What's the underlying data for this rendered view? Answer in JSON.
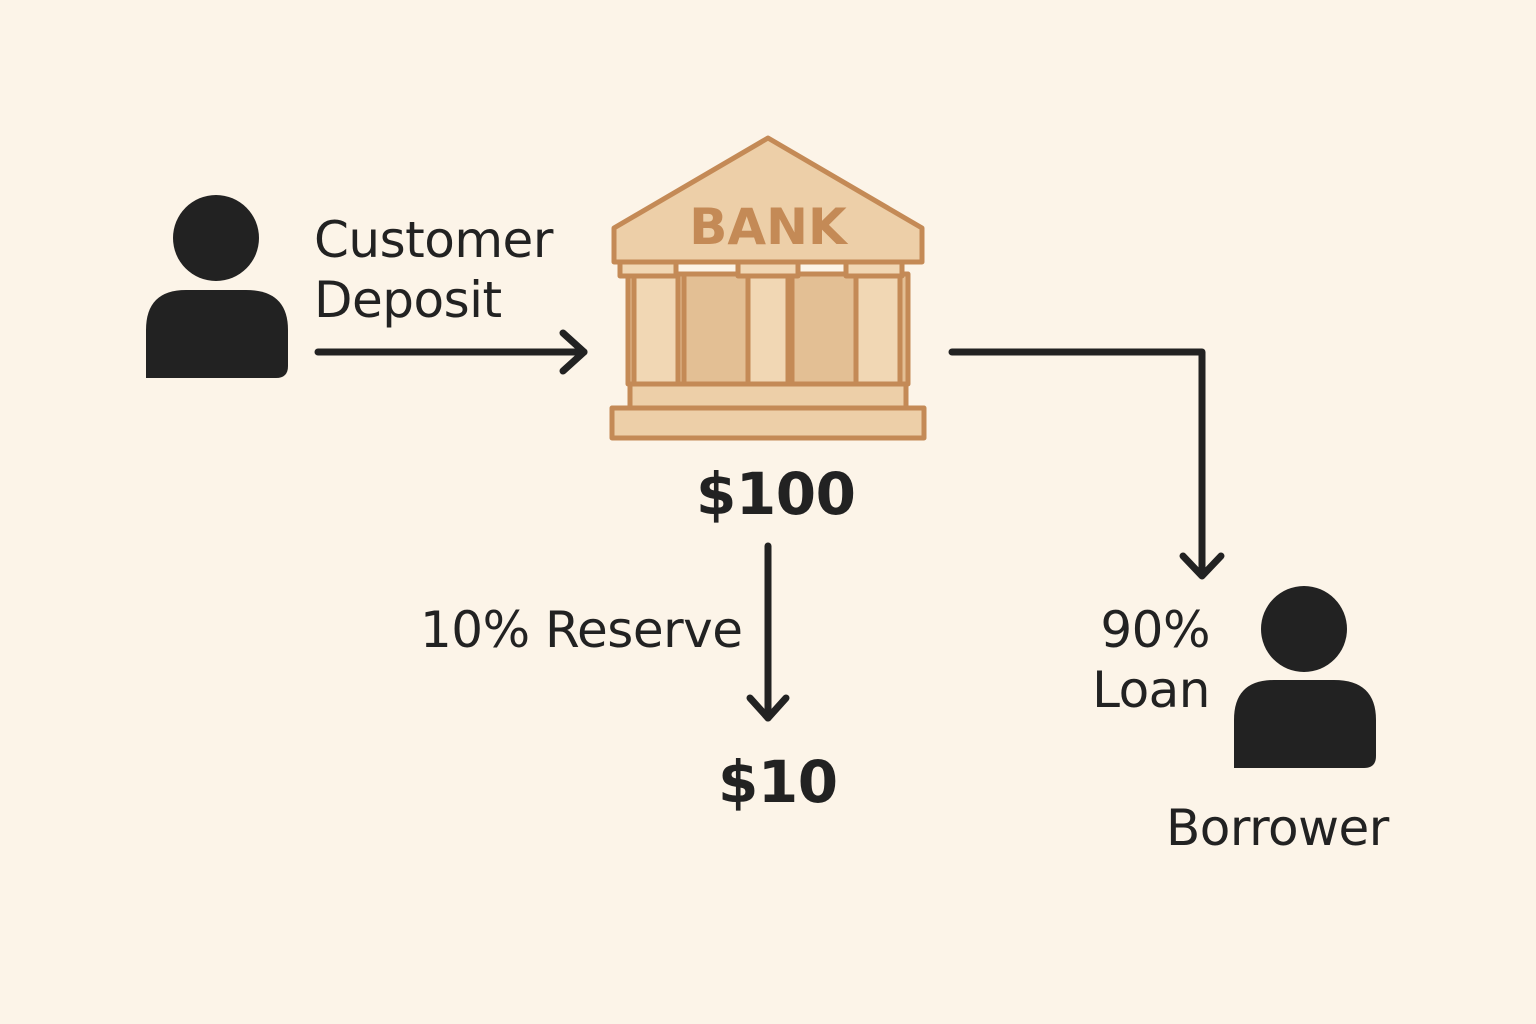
{
  "colors": {
    "background": "#fcf4e8",
    "ink": "#222222",
    "bank_fill": "#edcfa8",
    "bank_column_fill": "#f1d7b4",
    "bank_stroke": "#c48a56",
    "bank_text": "#c48a56"
  },
  "depositor": {
    "icon": "person-icon",
    "label_line1": "Customer",
    "label_line2": "Deposit"
  },
  "bank": {
    "icon": "bank-building-icon",
    "sign": "BANK",
    "amount": "$100"
  },
  "reserve": {
    "label": "10% Reserve",
    "amount": "$10"
  },
  "loan": {
    "label_line1": "90%",
    "label_line2": "Loan"
  },
  "borrower": {
    "icon": "person-icon",
    "label": "Borrower"
  }
}
